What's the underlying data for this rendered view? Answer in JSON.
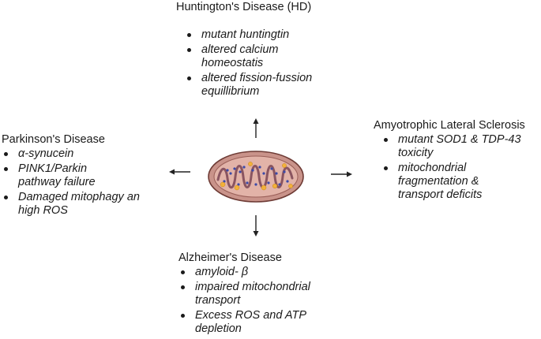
{
  "diseases": {
    "hd": {
      "title": "Huntington's Disease (HD)",
      "items": [
        "mutant huntingtin",
        "altered calcium homeostatis",
        "altered fission-fussion equillibrium"
      ]
    },
    "pd": {
      "title": "Parkinson's Disease",
      "items": [
        "α-synucein",
        "PINK1/Parkin pathway failure",
        "Damaged mitophagy an high ROS"
      ]
    },
    "als": {
      "title": "Amyotrophic Lateral Sclerosis",
      "items": [
        "mutant SOD1 & TDP-43 toxicity",
        "mitochondrial fragmentation & transport deficits"
      ]
    },
    "ad": {
      "title": "Alzheimer's Disease",
      "items": [
        "amyloid- β",
        "impaired mitochondrial transport",
        "Excess ROS and ATP depletion"
      ]
    }
  },
  "colors": {
    "mito_outer": "#c9938a",
    "mito_inner": "#e2b3a8",
    "mito_outline": "#6e3b35",
    "cristae": "#8a5560",
    "dna_dot": "#3b4aa8",
    "granule": "#f2b13a"
  }
}
